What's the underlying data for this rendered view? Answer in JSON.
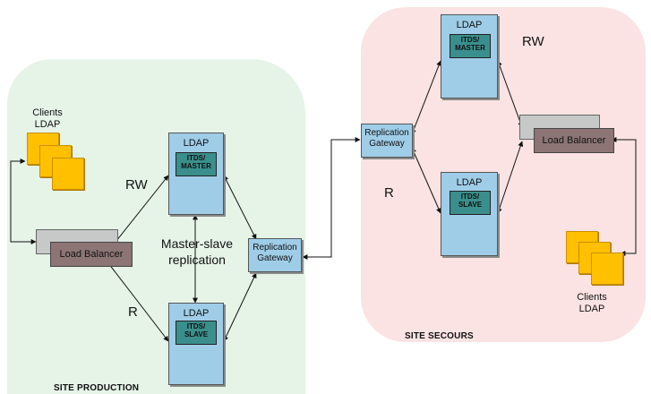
{
  "production": {
    "site_label": "SITE PRODUCTION",
    "clients": {
      "line1": "Clients",
      "line2": "LDAP"
    },
    "load_balancer": "Load Balancer",
    "rw_label": "RW",
    "r_label": "R",
    "master": {
      "title": "LDAP",
      "line1": "ITDS/",
      "line2": "MASTER"
    },
    "slave": {
      "title": "LDAP",
      "line1": "ITDS/",
      "line2": "SLAVE"
    },
    "replication_note": {
      "line1": "Master-slave",
      "line2": "replication"
    },
    "gateway": {
      "line1": "Replication",
      "line2": "Gateway"
    }
  },
  "secours": {
    "site_label": "SITE SECOURS",
    "gateway": {
      "line1": "Replication",
      "line2": "Gateway"
    },
    "master": {
      "title": "LDAP",
      "line1": "ITDS/",
      "line2": "MASTER"
    },
    "slave": {
      "title": "LDAP",
      "line1": "ITDS/",
      "line2": "SLAVE"
    },
    "rw_label": "RW",
    "r_label": "R",
    "load_balancer": "Load Balancer",
    "clients": {
      "line1": "Clients",
      "line2": "LDAP"
    }
  },
  "colors": {
    "production_bg": "#e6f4e8",
    "secours_bg": "#fbe3e3",
    "ldap_box": "#9fcde8",
    "ldap_inner": "#3a8f8c",
    "client_square": "#ffc000",
    "load_balancer": "#8d7575"
  }
}
